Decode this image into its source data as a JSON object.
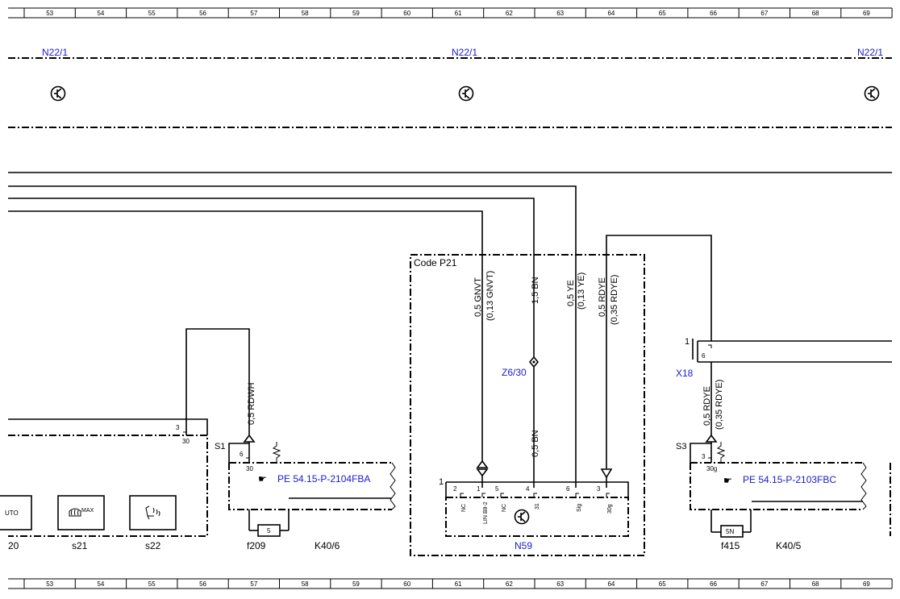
{
  "ruler": {
    "columns": [
      "53",
      "54",
      "55",
      "56",
      "57",
      "58",
      "59",
      "60",
      "61",
      "62",
      "63",
      "64",
      "65",
      "66",
      "67",
      "68",
      "69"
    ]
  },
  "top_band": {
    "labels": [
      "N22/1",
      "N22/1",
      "N22/1"
    ]
  },
  "code_box": {
    "label": "Code P21"
  },
  "wires": {
    "gnvt": {
      "primary": "0,5 GNVT",
      "secondary": "(0,13 GNVT)"
    },
    "bn_upper": {
      "primary": "1,5 BN"
    },
    "bn_lower": {
      "primary": "0,5 BN"
    },
    "ye": {
      "primary": "0,5 YE",
      "secondary": "(0,13 YE)"
    },
    "rdye_n59": {
      "primary": "0,5 RDYE",
      "secondary": "(0,35 RDYE)"
    },
    "rdwh": {
      "primary": "0,5 RDWH"
    },
    "rdye_x18": {
      "primary": "0,5 RDYE",
      "secondary": "(0,35 RDYE)"
    }
  },
  "splice": {
    "label": "Z6/30"
  },
  "connector_x18": {
    "label": "X18",
    "pin_top": "1",
    "pin": "6"
  },
  "n59": {
    "label": "N59",
    "connector_no": "1",
    "pins": [
      "2",
      "1",
      "5",
      "4",
      "6",
      "3"
    ],
    "pin_names": [
      "NC",
      "LIN B8-2",
      "NC",
      "31",
      "Sig",
      "30g"
    ]
  },
  "left_module": {
    "pin": "3",
    "pin_name": "30"
  },
  "s1": {
    "label": "S1",
    "pin": "6",
    "pin_name": "30",
    "link": "PE 54.15-P-2104FBA",
    "fuse_label": "f209",
    "fuse_value": "5",
    "relay_label": "K40/6"
  },
  "s3": {
    "label": "S3",
    "pin": "3",
    "pin_name": "30g",
    "link": "PE 54.15-P-2103FBC",
    "fuse_label": "f415",
    "fuse_value": "5N",
    "relay_label": "K40/5"
  },
  "switches": [
    {
      "label": "20",
      "button_text": "UTO"
    },
    {
      "label": "s21",
      "button_text": "MAX"
    },
    {
      "label": "s22",
      "button_text": ""
    }
  ],
  "icons": {
    "hand_pointer": "pointing-hand-icon",
    "transistor": "transistor-symbol-icon",
    "defrost": "rear-defrost-icon",
    "seat_heat": "seat-heater-icon"
  }
}
